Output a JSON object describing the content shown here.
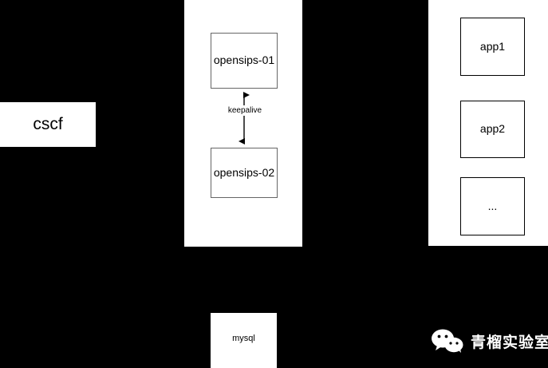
{
  "diagram": {
    "background_color": "#000000",
    "node_fill": "#ffffff",
    "node_border_gray": "#666666",
    "node_border_black": "#000000",
    "cscf": {
      "label": "cscf"
    },
    "opensips_group": {
      "nodes": [
        {
          "label": "opensips-01"
        },
        {
          "label": "opensips-02"
        }
      ],
      "link_label": "keepalive"
    },
    "apps_group": {
      "nodes": [
        {
          "label": "app1"
        },
        {
          "label": "app2"
        },
        {
          "label": "..."
        }
      ]
    },
    "database": {
      "label": "mysql"
    }
  },
  "watermark": {
    "icon": "wechat-icon",
    "text": "青榴实验室",
    "color": "#ffffff"
  }
}
